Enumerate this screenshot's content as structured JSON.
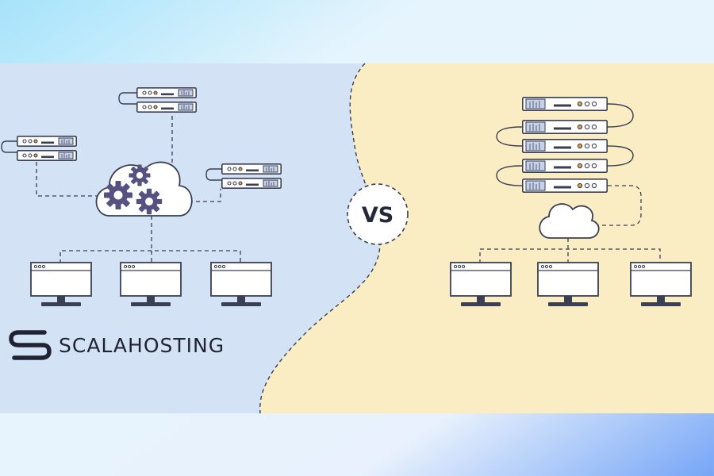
{
  "brand": {
    "name": "SCALAHOSTING",
    "logo_icon": "scalahosting-s-logo-icon"
  },
  "comparison": {
    "label": "VS"
  },
  "left_panel": {
    "topology": "cloud",
    "icons": [
      "server-rack-icon",
      "cloud-icon",
      "gear-icon",
      "monitor-icon"
    ],
    "server_pairs": 3,
    "monitors": 3
  },
  "right_panel": {
    "topology": "server-stack",
    "icons": [
      "server-rack-icon",
      "cloud-icon",
      "monitor-icon"
    ],
    "stacked_servers": 5,
    "monitors": 3
  },
  "colors": {
    "left_bg": "#d4e2f6",
    "right_bg": "#fbedc3",
    "line": "#3a3f54",
    "device_fill": "#ffffff",
    "gear": "#565181",
    "accent_orange": "#e6a23c",
    "rack_panel": "#c5d2ea"
  }
}
